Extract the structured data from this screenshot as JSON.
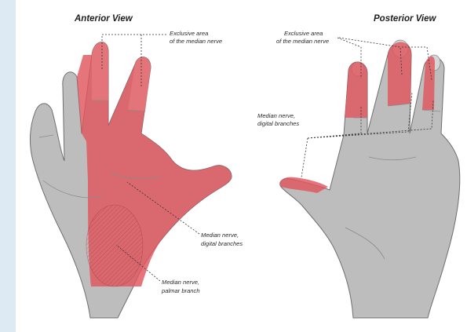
{
  "anterior": {
    "title": "Anterior View",
    "label_exclusive_1": "Exclusive area",
    "label_exclusive_2": "of the median nerve",
    "label_digital_1": "Median nerve,",
    "label_digital_2": "digital branches",
    "label_palmar_1": "Median nerve,",
    "label_palmar_2": "palmar branch"
  },
  "posterior": {
    "title": "Posterior View",
    "label_exclusive_1": "Exclusive area",
    "label_exclusive_2": "of the median nerve",
    "label_digital_1": "Median nerve,",
    "label_digital_2": "digital branches"
  },
  "colors": {
    "median_area": "#e0565e",
    "skin": "#bdbdbd",
    "panel_border": "#dde9f3"
  }
}
